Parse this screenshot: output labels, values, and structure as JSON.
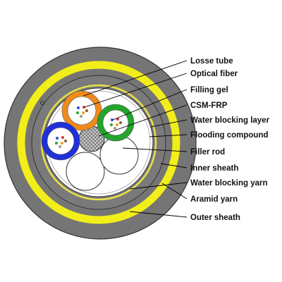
{
  "labels": {
    "loose_tube": "Losse tube",
    "optical_fiber": "Optical fiber",
    "filling_gel": "Filling gel",
    "csm_frp": "CSM-FRP",
    "water_blocking_layer": "Water blocking layer",
    "flooding_compound": "Flooding compound",
    "filler_rod": "Filler rod",
    "inner_sheath": "Inner sheath",
    "water_blocking_yarn": "Water blocking yarn",
    "aramid_yarn": "Aramid yarn",
    "outer_sheath": "Outer sheath"
  },
  "colors": {
    "outer_sheath": "#757575",
    "aramid_yarn": "#f2ee1a",
    "inner_sheath": "#7a7a7a",
    "core_fill": "#ffffff",
    "tube_orange": "#f08a1a",
    "tube_green": "#22a52a",
    "tube_blue": "#2030d8",
    "csm_frp": "#bdbdbd",
    "fiber_colors": [
      "#2a4fd0",
      "#e23030",
      "#2aa52a",
      "#f0a020",
      "#8a5a2a",
      "#9a9a9a"
    ]
  }
}
